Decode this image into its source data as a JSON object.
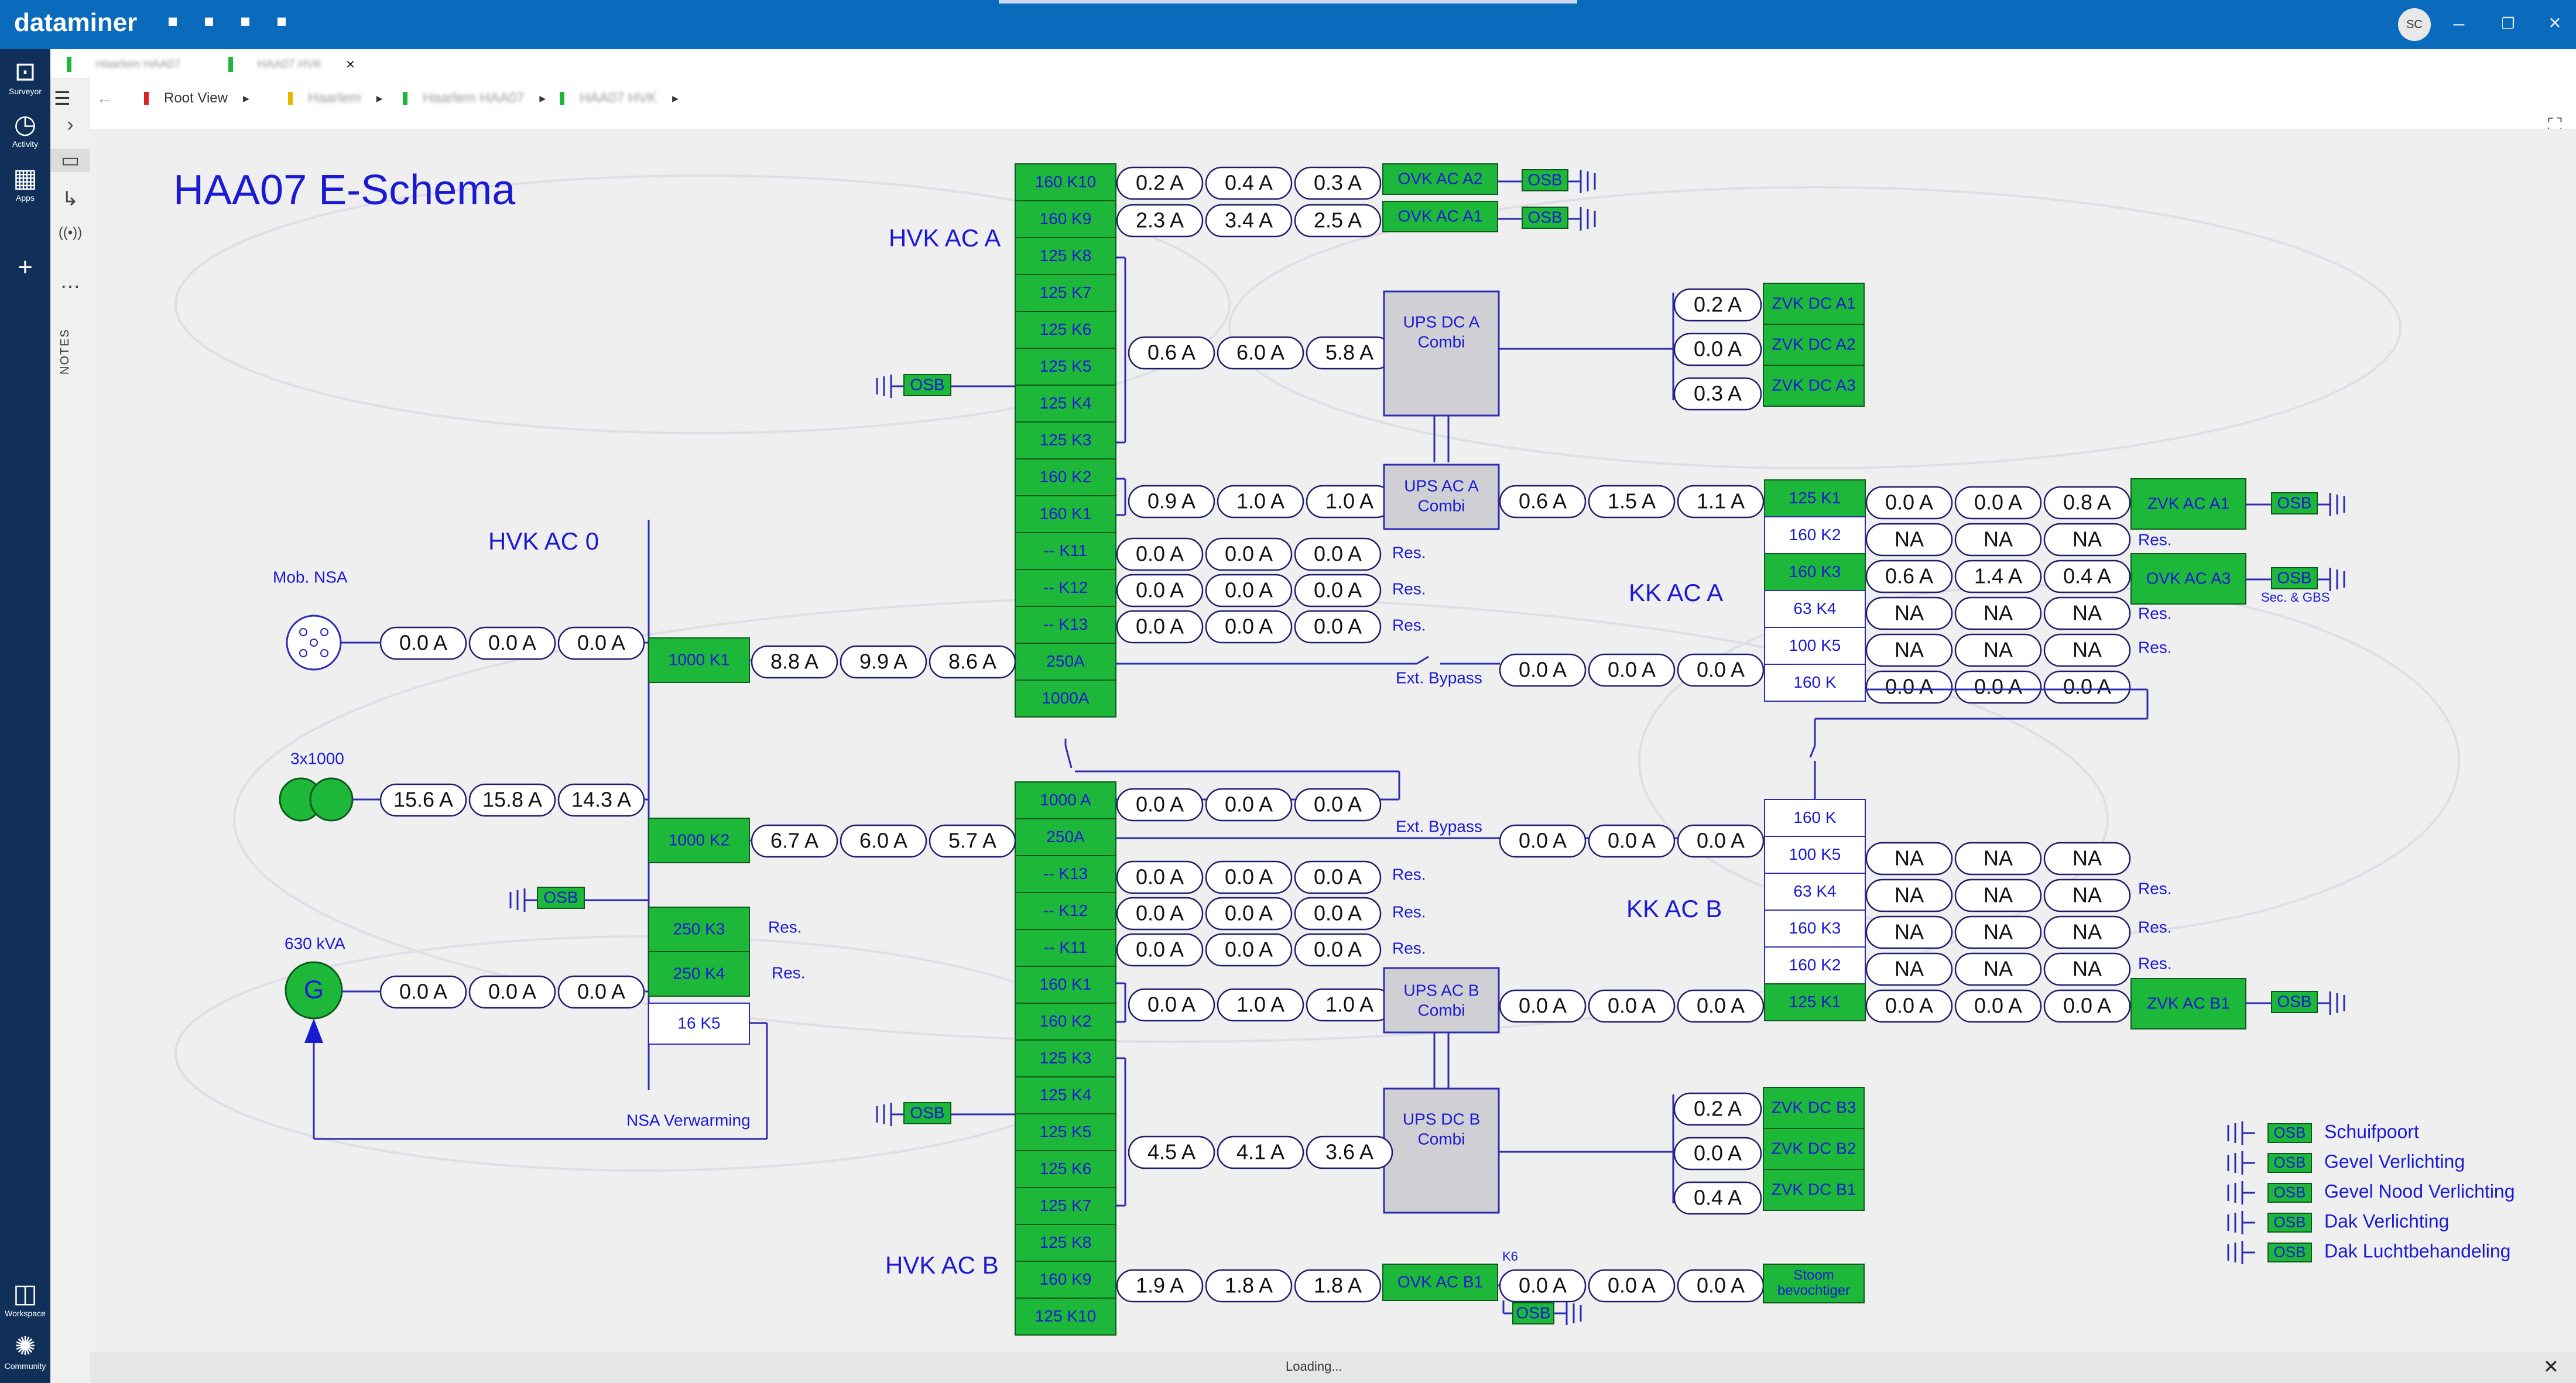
{
  "app": {
    "brand": "dataminer",
    "user_initials": "SC",
    "window_buttons": [
      "–",
      "❐",
      "✕"
    ]
  },
  "leftbar": [
    {
      "label": "Surveyor",
      "icon": "surveyor-icon"
    },
    {
      "label": "Activity",
      "icon": "history-icon"
    },
    {
      "label": "Apps",
      "icon": "apps-icon"
    },
    {
      "label": "",
      "icon": "plus-icon"
    },
    {
      "label": "Workspace",
      "icon": "workspace-icon"
    },
    {
      "label": "Community",
      "icon": "community-icon"
    }
  ],
  "panel": {
    "notes": "NOTES"
  },
  "breadcrumb": {
    "root": "Root View"
  },
  "status": {
    "loading": "Loading..."
  },
  "schema": {
    "title": "HAA07 E-Schema",
    "labels": {
      "hvk_ac_a": "HVK AC A",
      "hvk_ac_b": "HVK AC B",
      "hvk_ac_0": "HVK AC 0",
      "kk_ac_a": "KK AC A",
      "kk_ac_b": "KK AC B",
      "mob_nsa": "Mob. NSA",
      "gen_3x1000": "3x1000",
      "gen_630": "630 kVA",
      "gen_symbol": "G",
      "nsa_verwarming": "NSA Verwarming",
      "ext_bypass": "Ext. Bypass",
      "sec_gbs": "Sec. & GBS",
      "res": "Res.",
      "k6": "K6"
    },
    "colors": {
      "green": "#1db83a",
      "blue_text": "#1a1ad2",
      "line": "#2c2cb0",
      "ups_fill": "#cfcfd4"
    },
    "hvk_a_breakers": [
      "160 K10",
      "160 K9",
      "125 K8",
      "125 K7",
      "125 K6",
      "125 K5",
      "125 K4",
      "125 K3",
      "160 K2",
      "160 K1",
      "-- K11",
      "-- K12",
      "-- K13",
      "250A",
      "1000A"
    ],
    "hvk_b_breakers": [
      "1000 A",
      "250A",
      "-- K13",
      "-- K12",
      "-- K11",
      "160 K1",
      "160 K2",
      "125 K3",
      "125 K4",
      "125 K5",
      "125 K6",
      "125 K7",
      "125 K8",
      "160 K9",
      "125 K10"
    ],
    "hvk0_breakers": [
      "1000 K1",
      "1000 K2",
      "250 K3",
      "250 K4",
      "16 K5"
    ],
    "kk_a_breakers": [
      "125 K1",
      "160 K2",
      "160 K3",
      "63 K4",
      "100 K5",
      "160 K"
    ],
    "kk_b_breakers": [
      "160 K",
      "100 K5",
      "63 K4",
      "160 K3",
      "160 K2",
      "125 K1"
    ],
    "devices": {
      "ovk_ac_a2": "OVK AC A2",
      "ovk_ac_a1": "OVK AC A1",
      "ovk_ac_b1": "OVK AC B1",
      "zvk_dc_a1": "ZVK DC A1",
      "zvk_dc_a2": "ZVK DC A2",
      "zvk_dc_a3": "ZVK DC A3",
      "zvk_dc_b3": "ZVK DC B3",
      "zvk_dc_b2": "ZVK DC B2",
      "zvk_dc_b1": "ZVK DC B1",
      "zvk_ac_a1": "ZVK AC A1",
      "ovk_ac_a3": "OVK AC A3",
      "zvk_ac_b1": "ZVK AC B1",
      "stoom": "Stoom bevochtiger",
      "osb": "OSB"
    },
    "ups": {
      "dc_a": "UPS DC A Combi",
      "ac_a": "UPS AC A Combi",
      "ac_b": "UPS AC B Combi",
      "dc_b": "UPS DC B Combi"
    },
    "currents": {
      "a_k10": [
        "0.2 A",
        "0.4 A",
        "0.3 A"
      ],
      "a_k9": [
        "2.3 A",
        "3.4 A",
        "2.5 A"
      ],
      "a_k5": [
        "0.6 A",
        "6.0 A",
        "5.8 A"
      ],
      "a_k2": [
        "0.9 A",
        "1.0 A",
        "1.0 A"
      ],
      "a_k11": [
        "0.0 A",
        "0.0 A",
        "0.0 A"
      ],
      "a_k12": [
        "0.0 A",
        "0.0 A",
        "0.0 A"
      ],
      "a_k13": [
        "0.0 A",
        "0.0 A",
        "0.0 A"
      ],
      "k1_feed": [
        "8.8 A",
        "9.9 A",
        "8.6 A"
      ],
      "mob": [
        "0.0 A",
        "0.0 A",
        "0.0 A"
      ],
      "gen3": [
        "15.6 A",
        "15.8 A",
        "14.3 A"
      ],
      "gen630": [
        "0.0 A",
        "0.0 A",
        "0.0 A"
      ],
      "k2_feed": [
        "6.7 A",
        "6.0 A",
        "5.7 A"
      ],
      "b_1000": [
        "0.0 A",
        "0.0 A",
        "0.0 A"
      ],
      "b_k13": [
        "0.0 A",
        "0.0 A",
        "0.0 A"
      ],
      "b_k12": [
        "0.0 A",
        "0.0 A",
        "0.0 A"
      ],
      "b_k11": [
        "0.0 A",
        "0.0 A",
        "0.0 A"
      ],
      "b_k1": [
        "0.0 A",
        "1.0 A",
        "1.0 A"
      ],
      "b_k5": [
        "4.5 A",
        "4.1 A",
        "3.6 A"
      ],
      "b_k9": [
        "1.9 A",
        "1.8 A",
        "1.8 A"
      ],
      "zvk_dc_a": [
        "0.2 A",
        "0.0 A",
        "0.3 A"
      ],
      "ups_ac_a_out": [
        "0.6 A",
        "1.5 A",
        "1.1 A"
      ],
      "kk_a_k1": [
        "0.0 A",
        "0.0 A",
        "0.8 A"
      ],
      "kk_a_k2": [
        "NA",
        "NA",
        "NA"
      ],
      "kk_a_k3": [
        "0.6 A",
        "1.4 A",
        "0.4 A"
      ],
      "kk_a_k4": [
        "NA",
        "NA",
        "NA"
      ],
      "kk_a_k5": [
        "NA",
        "NA",
        "NA"
      ],
      "kk_a_k": [
        "0.0 A",
        "0.0 A",
        "0.0 A"
      ],
      "ext_bypass_a": [
        "0.0 A",
        "0.0 A",
        "0.0 A"
      ],
      "ext_bypass_b": [
        "0.0 A",
        "0.0 A",
        "0.0 A"
      ],
      "kk_b_k5": [
        "NA",
        "NA",
        "NA"
      ],
      "kk_b_k4": [
        "NA",
        "NA",
        "NA"
      ],
      "kk_b_k3": [
        "NA",
        "NA",
        "NA"
      ],
      "kk_b_k2": [
        "NA",
        "NA",
        "NA"
      ],
      "kk_b_k1": [
        "0.0 A",
        "0.0 A",
        "0.0 A"
      ],
      "ups_ac_b_out": [
        "0.0 A",
        "0.0 A",
        "0.0 A"
      ],
      "zvk_dc_b": [
        "0.2 A",
        "0.0 A",
        "0.4 A"
      ],
      "stoom": [
        "0.0 A",
        "0.0 A",
        "0.0 A"
      ]
    },
    "legend": [
      {
        "tag": "OSB",
        "label": "Schuifpoort"
      },
      {
        "tag": "OSB",
        "label": "Gevel Verlichting"
      },
      {
        "tag": "OSB",
        "label": "Gevel Nood Verlichting"
      },
      {
        "tag": "OSB",
        "label": "Dak Verlichting"
      },
      {
        "tag": "OSB",
        "label": "Dak Luchtbehandeling"
      }
    ]
  }
}
